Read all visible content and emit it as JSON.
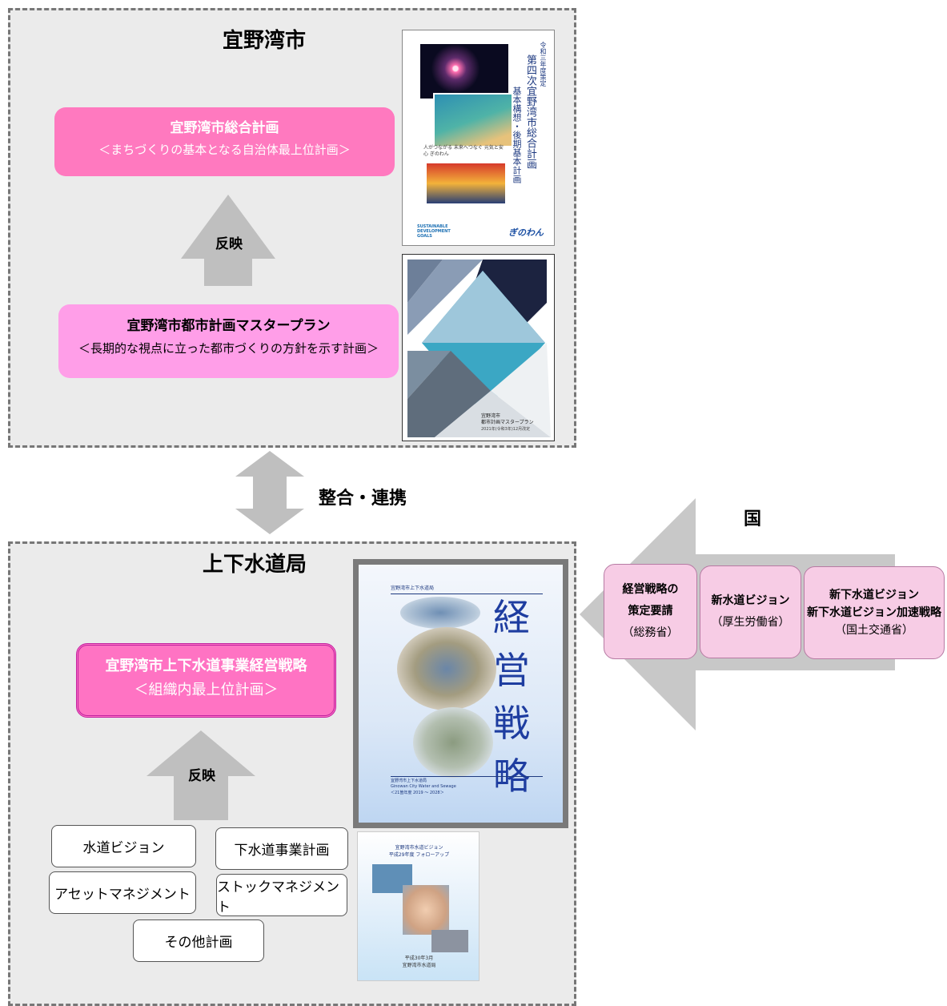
{
  "city": {
    "title": "宜野湾市",
    "general_plan": {
      "name": "宜野湾市総合計画",
      "desc": "＜まちづくりの基本となる自治体最上位計画＞"
    },
    "reflect_label": "反映",
    "master_plan": {
      "name": "宜野湾市都市計画マスタープラン",
      "desc": "＜長期的な視点に立った都市づくりの方針を示す計画＞"
    },
    "cover1": {
      "vertical_small": "令和三年度策定",
      "vertical_title": "第四次宜野湾市総合計画",
      "vertical_sub": "基本構想・後期基本計画",
      "slogan": "人がつながる 未来へつなぐ 元気と安心 ぎのわん",
      "logo": "ぎのわん",
      "sdgs": "SUSTAINABLE DEVELOPMENT GOALS"
    },
    "cover2": {
      "line1": "宜野湾市",
      "line2": "都市計画マスタープラン",
      "line3": "2021年(令和3年)12月改定"
    }
  },
  "link_label": "整合・連携",
  "national": {
    "title": "国",
    "boxes": [
      {
        "lines": [
          "経営戦略の",
          "策定要請"
        ],
        "sub": "（総務省）"
      },
      {
        "lines": [
          "新水道ビジョン"
        ],
        "sub": "（厚生労働省）"
      },
      {
        "lines": [
          "新下水道ビジョン",
          "新下水道ビジョン加速戦略"
        ],
        "sub": "（国土交通省）"
      }
    ]
  },
  "bureau": {
    "title": "上下水道局",
    "strategy": {
      "name": "宜野湾市上下水道事業経営戦略",
      "desc": "＜組織内最上位計画＞"
    },
    "reflect_label": "反映",
    "plans": [
      "水道ビジョン",
      "下水道事業計画",
      "アセットマネジメント",
      "ストックマネジメント",
      "その他計画"
    ],
    "cover3": {
      "header": "宜野湾市上下水道局",
      "chars": [
        "経",
        "営",
        "戦",
        "略"
      ],
      "footer1": "宜野湾市上下水道局",
      "footer2": "Ginowan City Water and Sewage",
      "footer3": "＜21箇年度 2019 ～ 2028＞"
    },
    "cover4": {
      "title1": "宜野湾市水道ビジョン",
      "title2": "平成29年度 フォローアップ",
      "footer1": "平成30年3月",
      "footer2": "宜野湾市水道局"
    }
  },
  "colors": {
    "general_plan": "#ff79bf",
    "master_plan": "#ff9ee8",
    "strategy": "#ff73c3",
    "national_box": "#f7cce5",
    "arrow": "#bfbfbf"
  }
}
